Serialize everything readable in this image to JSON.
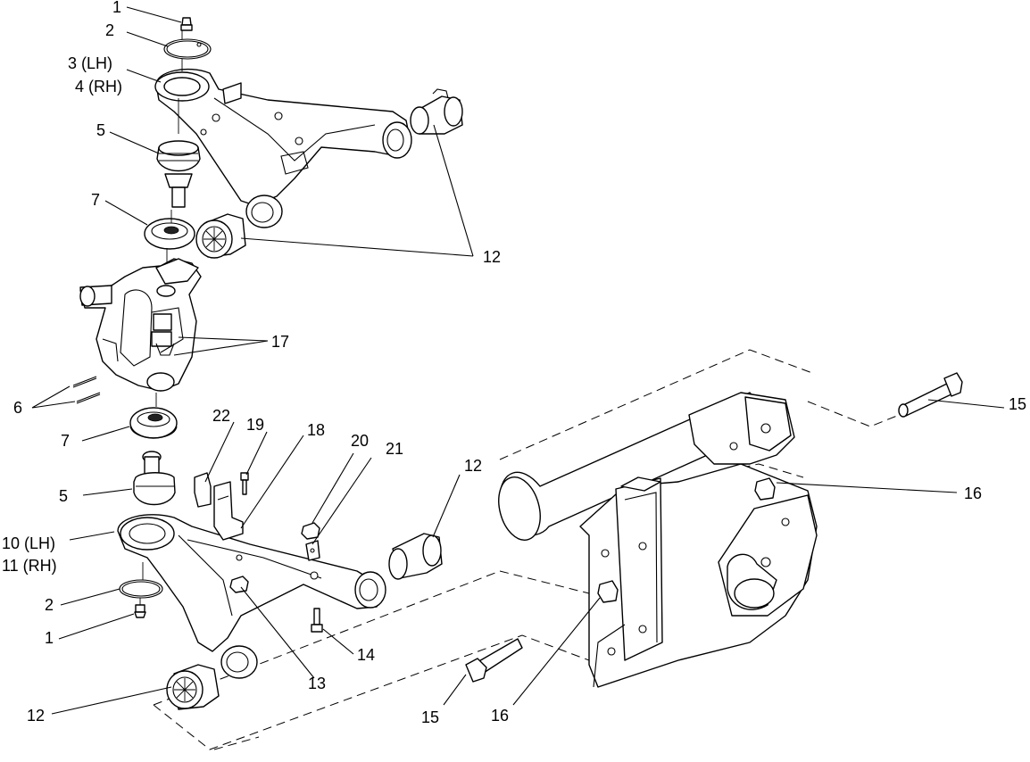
{
  "labels": [
    {
      "key": "l1a",
      "text": "1"
    },
    {
      "key": "l2a",
      "text": "2"
    },
    {
      "key": "l3",
      "text": "3 (LH)"
    },
    {
      "key": "l4",
      "text": "4 (RH)"
    },
    {
      "key": "l5a",
      "text": "5"
    },
    {
      "key": "l7a",
      "text": "7"
    },
    {
      "key": "l12a",
      "text": "12"
    },
    {
      "key": "l17",
      "text": "17"
    },
    {
      "key": "l6",
      "text": "6"
    },
    {
      "key": "l7b",
      "text": "7"
    },
    {
      "key": "l22",
      "text": "22"
    },
    {
      "key": "l19",
      "text": "19"
    },
    {
      "key": "l18",
      "text": "18"
    },
    {
      "key": "l20",
      "text": "20"
    },
    {
      "key": "l21",
      "text": "21"
    },
    {
      "key": "l12b",
      "text": "12"
    },
    {
      "key": "l5b",
      "text": "5"
    },
    {
      "key": "l10",
      "text": "10 (LH)"
    },
    {
      "key": "l11",
      "text": "11 (RH)"
    },
    {
      "key": "l2b",
      "text": "2"
    },
    {
      "key": "l1b",
      "text": "1"
    },
    {
      "key": "l14",
      "text": "14"
    },
    {
      "key": "l13",
      "text": "13"
    },
    {
      "key": "l12c",
      "text": "12"
    },
    {
      "key": "l15a",
      "text": "15"
    },
    {
      "key": "l16a",
      "text": "16"
    },
    {
      "key": "l15b",
      "text": "15"
    },
    {
      "key": "l16b",
      "text": "16"
    }
  ]
}
